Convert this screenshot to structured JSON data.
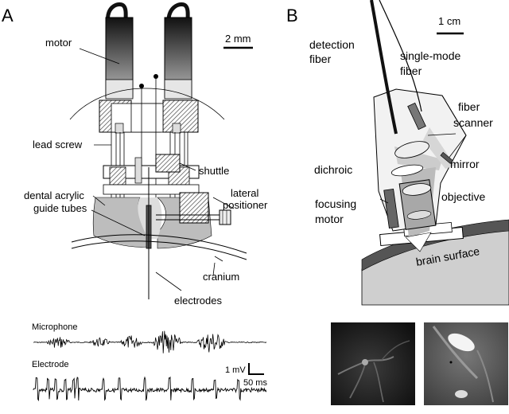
{
  "panel_a": {
    "letter": "A",
    "scale_bar": "2 mm",
    "labels": {
      "motor": "motor",
      "lead_screw": "lead screw",
      "shuttle": "shuttle",
      "dental_acrylic": "dental acrylic",
      "lateral_positioner_line1": "lateral",
      "lateral_positioner_line2": "positioner",
      "guide_tubes": "guide tubes",
      "cranium": "cranium",
      "electrodes": "electrodes"
    },
    "traces": {
      "microphone": "Microphone",
      "electrode": "Electrode",
      "scale_voltage": "1 mV",
      "scale_time": "50 ms"
    }
  },
  "panel_b": {
    "letter": "B",
    "scale_bar": "1 cm",
    "labels": {
      "detection_fiber_line1": "detection",
      "detection_fiber_line2": "fiber",
      "single_mode_fiber_line1": "single-mode",
      "single_mode_fiber_line2": "fiber",
      "fiber_scanner_line1": "fiber",
      "fiber_scanner_line2": "scanner",
      "mirror": "mirror",
      "dichroic": "dichroic",
      "objective": "objective",
      "focusing_motor_line1": "focusing",
      "focusing_motor_line2": "motor",
      "brain_surface": "brain surface"
    }
  }
}
